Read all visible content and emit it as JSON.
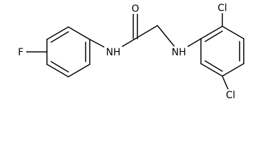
{
  "molecule": {
    "atom_labels": {
      "o1": "O",
      "nh1": "NH",
      "nh2": "NH",
      "f1": "F",
      "cl1": "Cl",
      "cl2": "Cl"
    }
  }
}
